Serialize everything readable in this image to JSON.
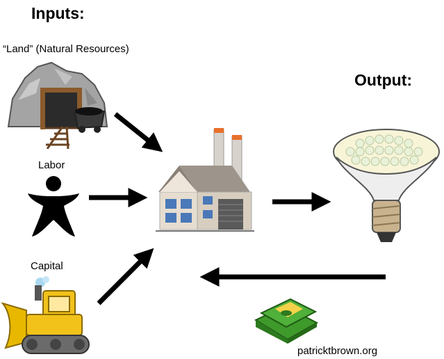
{
  "headings": {
    "inputs": "Inputs:",
    "output": "Output:"
  },
  "labels": {
    "land": "“Land” (Natural Resources)",
    "labor": "Labor",
    "capital": "Capital"
  },
  "credit": "patricktbrown.org",
  "nodes": {
    "land": "mine-icon",
    "labor": "worker-figure-icon",
    "capital": "bulldozer-icon",
    "process": "factory-icon",
    "output": "light-bulb-icon",
    "payment": "money-stack-icon"
  },
  "colors": {
    "arrow": "#000000",
    "rock": "#9a9a9a",
    "factory_wall": "#e6ddd0",
    "factory_roof": "#8a8278",
    "chimney_cap": "#e8702a",
    "bulldozer": "#f2c21b",
    "money": "#3f9a2c",
    "bulb_base": "#c9b38e"
  }
}
